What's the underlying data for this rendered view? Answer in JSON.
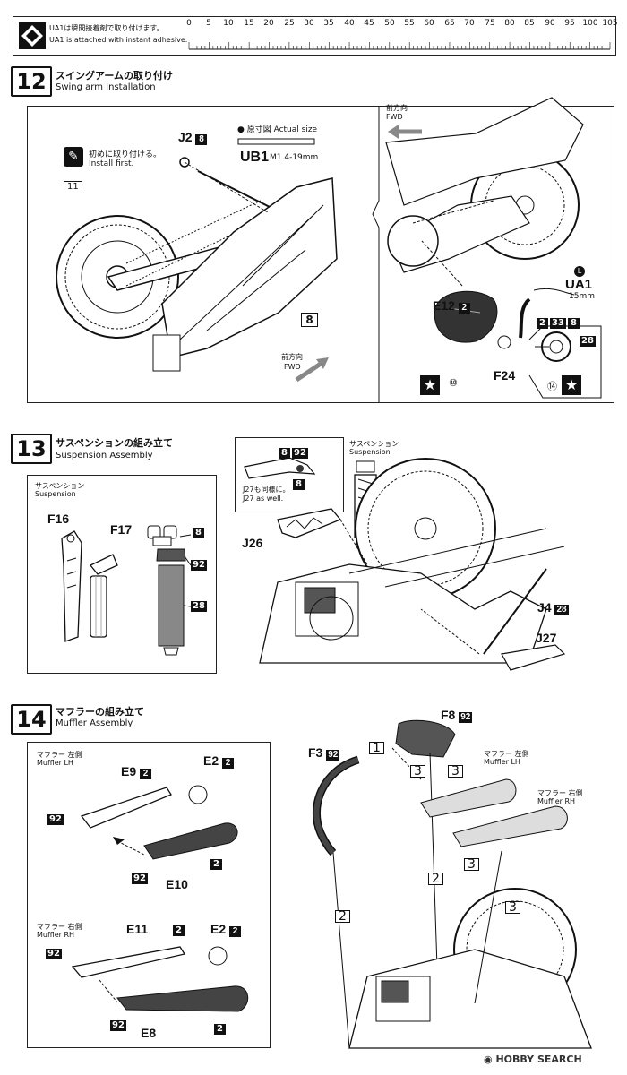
{
  "header": {
    "note_jp": "UA1は瞬間接着剤で取り付けます。",
    "note_en": "UA1 is attached with instant adhesive.",
    "ruler_ticks": [
      "0",
      "5",
      "10",
      "15",
      "20",
      "25",
      "30",
      "35",
      "40",
      "45",
      "50",
      "55",
      "60",
      "65",
      "70",
      "75",
      "80",
      "85",
      "90",
      "95",
      "100",
      "105"
    ]
  },
  "step12": {
    "number": "12",
    "title_jp": "スイングアームの取り付け",
    "title_en": "Swing arm Installation",
    "j2": "J2",
    "j2_qty": "8",
    "actual_size_jp": "原寸図 Actual size",
    "ub1": "UB1",
    "ub1_spec": "M1.4-19mm",
    "install_first_jp": "初めに取り付ける。",
    "install_first_en": "Install first.",
    "ref11": "11",
    "ref8": "8",
    "fwd_jp": "前方向",
    "fwd_en": "FWD",
    "fwd2_jp": "前方向",
    "fwd2_en": "FWD",
    "ua1_badge": "L",
    "ua1": "UA1",
    "ua1_spec": "15mm",
    "e12": "E12",
    "e12_qty": "2",
    "f24": "F24",
    "circ10": "⑩",
    "circ14": "⑭",
    "callout": [
      "2",
      "33",
      "8",
      "28"
    ]
  },
  "step13": {
    "number": "13",
    "title_jp": "サスペンションの組み立て",
    "title_en": "Suspension Assembly",
    "box_jp": "サスペンション",
    "box_en": "Suspension",
    "f16": "F16",
    "f17": "F17",
    "q8": "8",
    "q92": "92",
    "q28": "28",
    "inset_q8": "8",
    "inset_q92": "92",
    "inset_q8b": "8",
    "j27_note_jp": "J27も同様に。",
    "j27_note_en": "J27 as well.",
    "susp_jp": "サスペンション",
    "susp_en": "Suspension",
    "j26": "J26",
    "j4": "J4",
    "j4_qty": "28",
    "j27": "J27"
  },
  "step14": {
    "number": "14",
    "title_jp": "マフラーの組み立て",
    "title_en": "Muffler Assembly",
    "lh_jp": "マフラー 左側",
    "lh_en": "Muffler LH",
    "rh_jp": "マフラー 右側",
    "rh_en": "Muffler RH",
    "e9": "E9",
    "e9_qty": "2",
    "e2": "E2",
    "e2_qty": "2",
    "q92a": "92",
    "q92b": "92",
    "e10": "E10",
    "e10_qty": "2",
    "e11": "E11",
    "e11_qty": "2",
    "e2b": "E2",
    "e2b_qty": "2",
    "q92c": "92",
    "q92d": "92",
    "e8": "E8",
    "e8_qty": "2",
    "f3": "F3",
    "f3_qty": "92",
    "f8": "F8",
    "f8_qty": "92",
    "step1": "1",
    "step2": "2",
    "step3": "3",
    "lh2_jp": "マフラー 左側",
    "lh2_en": "Muffler LH",
    "rh2_jp": "マフラー 右側",
    "rh2_en": "Muffler RH"
  },
  "watermark": "HOBBY SEARCH"
}
